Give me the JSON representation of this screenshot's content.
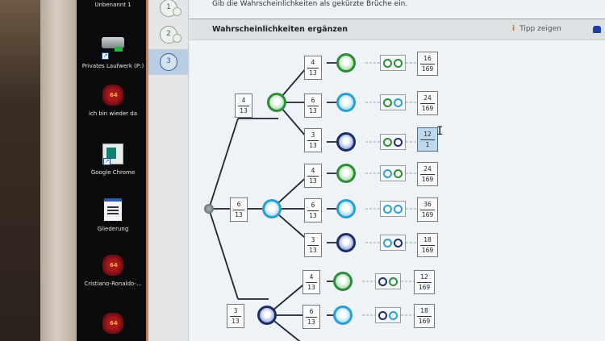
{
  "desktop": {
    "items": [
      {
        "label": "Unbenannt 1",
        "icon": "document-icon"
      },
      {
        "label": "Privates Laufwerk (P:)",
        "icon": "network-drive-icon"
      },
      {
        "label": "ich bin wieder da",
        "icon": "red-64-icon",
        "badge": "64"
      },
      {
        "label": "Google Chrome",
        "icon": "chrome-shortcut-icon"
      },
      {
        "label": "Gliederung",
        "icon": "document-icon"
      },
      {
        "label": "Cristiano-Ronaldo-...",
        "icon": "red-64-icon",
        "badge": "64"
      },
      {
        "label": "",
        "icon": "red-64-icon",
        "badge": "64"
      }
    ]
  },
  "steps": [
    {
      "number": "1",
      "state": "done"
    },
    {
      "number": "2",
      "state": "done"
    },
    {
      "number": "3",
      "state": "active"
    }
  ],
  "instruction": "Gib die Wahrscheinlichkeiten als gekürzte Brüche ein.",
  "toolbar": {
    "title": "Wahrscheinlichkeiten ergänzen",
    "tip_label": "Tipp zeigen",
    "tip_icon": "info-icon",
    "nav_icon": "next-icon"
  },
  "colors": {
    "green": "#2e8b3a",
    "cyan": "#2a9fcf",
    "navy": "#1d2d66",
    "active_step": "#b9cee2",
    "focus_field": "#bfd9ec"
  },
  "tree": {
    "first_level": [
      {
        "color": "green",
        "num": "4",
        "den": "13"
      },
      {
        "color": "cyan",
        "num": "6",
        "den": "13"
      },
      {
        "color": "navy",
        "num": "3",
        "den": "13"
      }
    ],
    "branches": [
      {
        "path": [
          "green",
          "green"
        ],
        "num": "4",
        "den": "13",
        "result_num": "16",
        "result_den": "169"
      },
      {
        "path": [
          "green",
          "cyan"
        ],
        "num": "6",
        "den": "13",
        "result_num": "24",
        "result_den": "169"
      },
      {
        "path": [
          "green",
          "navy"
        ],
        "num": "3",
        "den": "13",
        "result_num": "12",
        "result_den": "1",
        "focused": true
      },
      {
        "path": [
          "cyan",
          "green"
        ],
        "num": "4",
        "den": "13",
        "result_num": "24",
        "result_den": "169"
      },
      {
        "path": [
          "cyan",
          "cyan"
        ],
        "num": "6",
        "den": "13",
        "result_num": "36",
        "result_den": "169"
      },
      {
        "path": [
          "cyan",
          "navy"
        ],
        "num": "3",
        "den": "13",
        "result_num": "18",
        "result_den": "169"
      },
      {
        "path": [
          "navy",
          "green"
        ],
        "num": "4",
        "den": "13",
        "result_num": "12",
        "result_den": "169"
      },
      {
        "path": [
          "navy",
          "cyan"
        ],
        "num": "6",
        "den": "13",
        "result_num": "18",
        "result_den": "169"
      }
    ]
  }
}
